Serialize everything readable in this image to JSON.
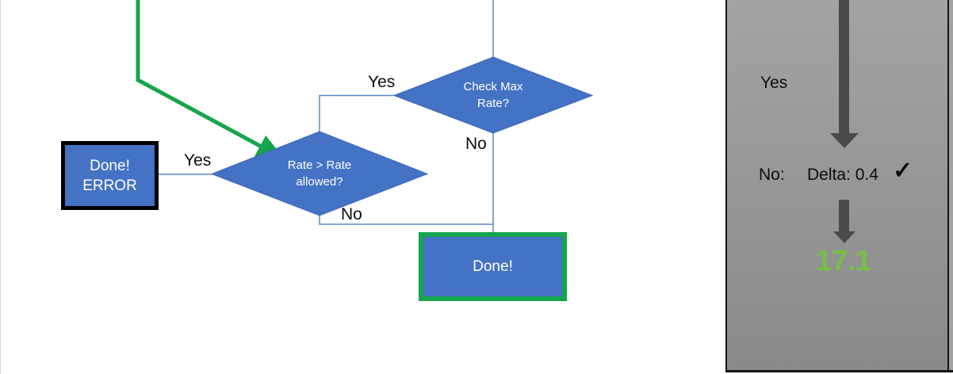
{
  "flowchart": {
    "nodes": {
      "done_error": {
        "line1": "Done!",
        "line2": "ERROR"
      },
      "rate_decision": {
        "line1": "Rate > Rate",
        "line2": "allowed?"
      },
      "max_rate_decision": {
        "line1": "Check Max",
        "line2": "Rate?"
      },
      "done": {
        "label": "Done!"
      }
    },
    "edge_labels": {
      "rate_yes": "Yes",
      "rate_no": "No",
      "max_yes": "Yes",
      "max_no": "No"
    }
  },
  "side_panel": {
    "yes_label": "Yes",
    "no_label": "No:",
    "delta_text": "Delta: 0.4",
    "check_icon": "✓",
    "result_value": "17.1"
  },
  "colors": {
    "shape_blue": "#4472C4",
    "accent_green": "#15A54C",
    "result_green": "#77C043",
    "arrow_gray": "#4A4A4A"
  }
}
